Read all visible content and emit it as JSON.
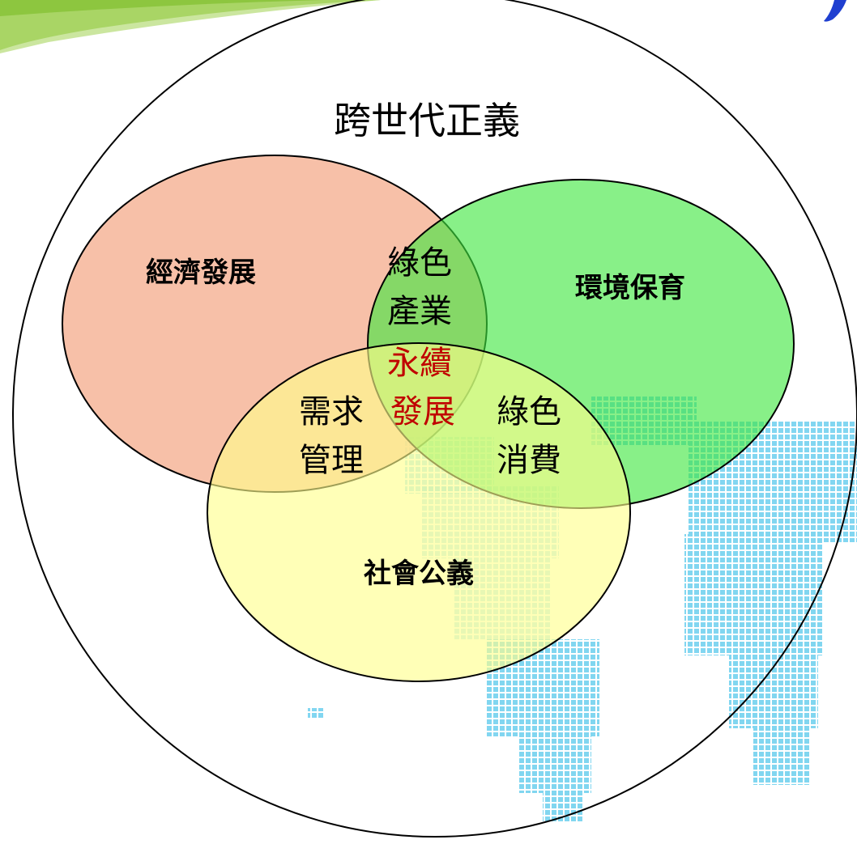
{
  "outer": {
    "label": "跨世代正義"
  },
  "circles": {
    "economy": {
      "label": "經濟發展",
      "fill": "#f4a886"
    },
    "environment": {
      "label": "環境保育",
      "fill": "#3fe63f"
    },
    "society": {
      "label": "社會公義",
      "fill": "#ffff8a"
    }
  },
  "intersections": {
    "green_industry": {
      "line1": "綠色",
      "line2": "產業"
    },
    "demand_management": {
      "line1": "需求",
      "line2": "管理"
    },
    "green_consumption": {
      "line1": "綠色",
      "line2": "消費"
    },
    "sustainable_development": {
      "line1": "永續",
      "line2": "發展",
      "color": "#c00000"
    }
  },
  "decor": {
    "banner_color": "#8dc63f",
    "map_color": "#4fc3e8"
  }
}
